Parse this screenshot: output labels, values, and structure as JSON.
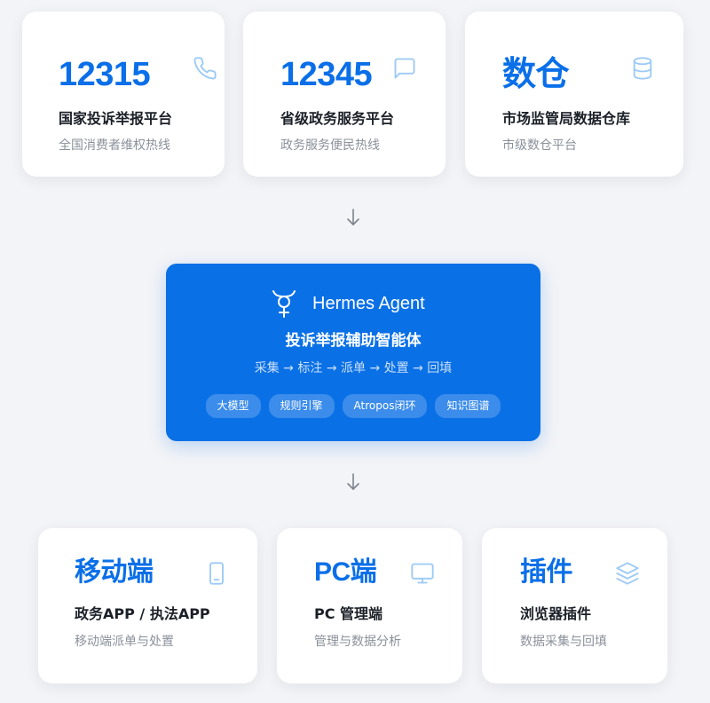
{
  "sources": [
    {
      "big": "12315",
      "sub": "国家投诉举报平台",
      "desc": "全国消费者维权热线",
      "icon": "phone-icon"
    },
    {
      "big": "12345",
      "sub": "省级政务服务平台",
      "desc": "政务服务便民热线",
      "icon": "chat-icon"
    },
    {
      "big": "数仓",
      "sub": "市场监管局数据仓库",
      "desc": "市级数仓平台",
      "icon": "database-icon"
    }
  ],
  "agent": {
    "brand": "Hermes Agent",
    "title": "投诉举报辅助智能体",
    "flow": "采集 → 标注 → 派单 → 处置 → 回填",
    "tags": [
      "大模型",
      "规则引擎",
      "Atropos闭环",
      "知识图谱"
    ],
    "logo": "hermes-caduceus-icon"
  },
  "outputs": [
    {
      "big": "移动端",
      "sub": "政务APP / 执法APP",
      "desc": "移动端派单与处置",
      "icon": "mobile-icon"
    },
    {
      "big": "PC端",
      "sub": "PC 管理端",
      "desc": "管理与数据分析",
      "icon": "monitor-icon"
    },
    {
      "big": "插件",
      "sub": "浏览器插件",
      "desc": "数据采集与回填",
      "icon": "layers-icon"
    }
  ],
  "colors": {
    "accent": "#0a70e6",
    "icon": "#9ccaf5",
    "background": "#f3f4f7"
  }
}
